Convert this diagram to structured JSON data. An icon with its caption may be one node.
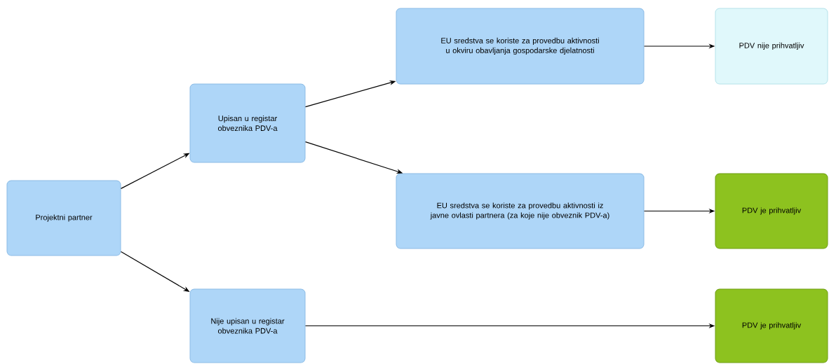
{
  "diagram": {
    "nodes": [
      {
        "text": [
          "Projektni partner"
        ]
      },
      {
        "text": [
          "Upisan u registar obveznika PDV-a"
        ]
      },
      {
        "text": [
          "Nije upisan u registar obveznika PDV-a"
        ]
      },
      {
        "text": [
          "EU sredstva se koriste za provedbu aktivnosti u okviru obavljanja gospodarske djelatnosti"
        ]
      },
      {
        "text": [
          "EU sredstva se koriste za provedbu aktivnosti iz javne ovlasti partnera (za koje nije obveznik PDV-a)"
        ]
      },
      {
        "text": [
          "PDV nije prihvatljiv"
        ]
      },
      {
        "text": [
          "PDV je prihvatljiv"
        ]
      },
      {
        "text": [
          "PDV je prihvatljiv"
        ]
      }
    ],
    "edges": [
      {
        "from": 0,
        "to": 1,
        "arrow": "to"
      },
      {
        "from": 0,
        "to": 2,
        "arrow": "to"
      },
      {
        "from": 1,
        "to": 3,
        "arrow": "to"
      },
      {
        "from": 1,
        "to": 4,
        "arrow": "to"
      },
      {
        "from": 3,
        "to": 5,
        "arrow": "to"
      },
      {
        "from": 4,
        "to": 6,
        "arrow": "to"
      },
      {
        "from": 2,
        "to": 7,
        "arrow": "to"
      }
    ]
  }
}
